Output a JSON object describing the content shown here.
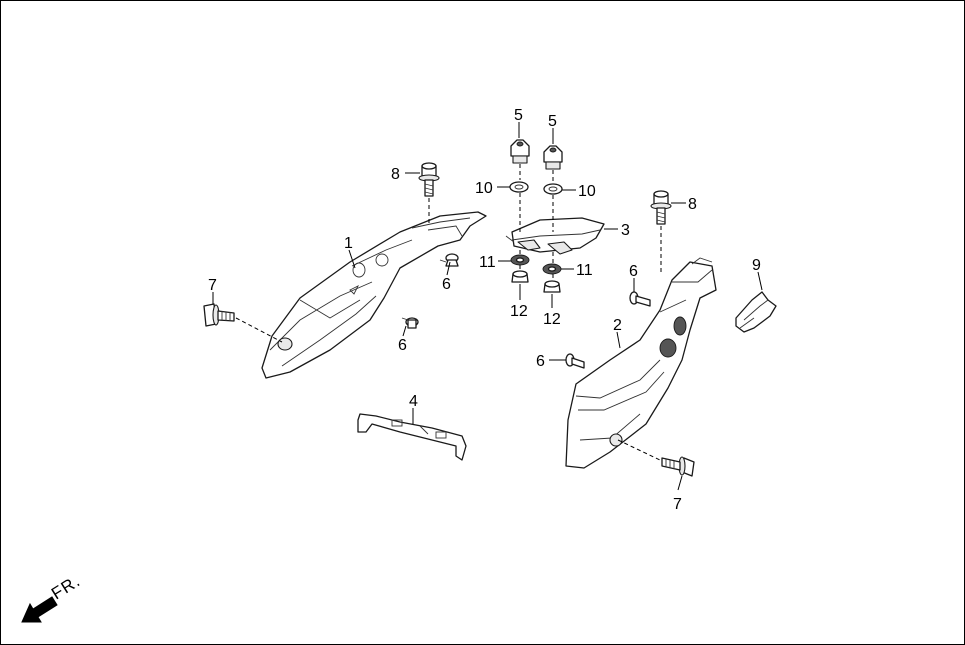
{
  "diagram": {
    "callouts": {
      "c1": "1",
      "c2": "2",
      "c3": "3",
      "c4": "4",
      "c5a": "5",
      "c5b": "5",
      "c6a": "6",
      "c6b": "6",
      "c6c": "6",
      "c6d": "6",
      "c7a": "7",
      "c7b": "7",
      "c8a": "8",
      "c8b": "8",
      "c9": "9",
      "c10a": "10",
      "c10b": "10",
      "c11a": "11",
      "c11b": "11",
      "c12a": "12",
      "c12b": "12"
    },
    "direction_label": "FR."
  }
}
